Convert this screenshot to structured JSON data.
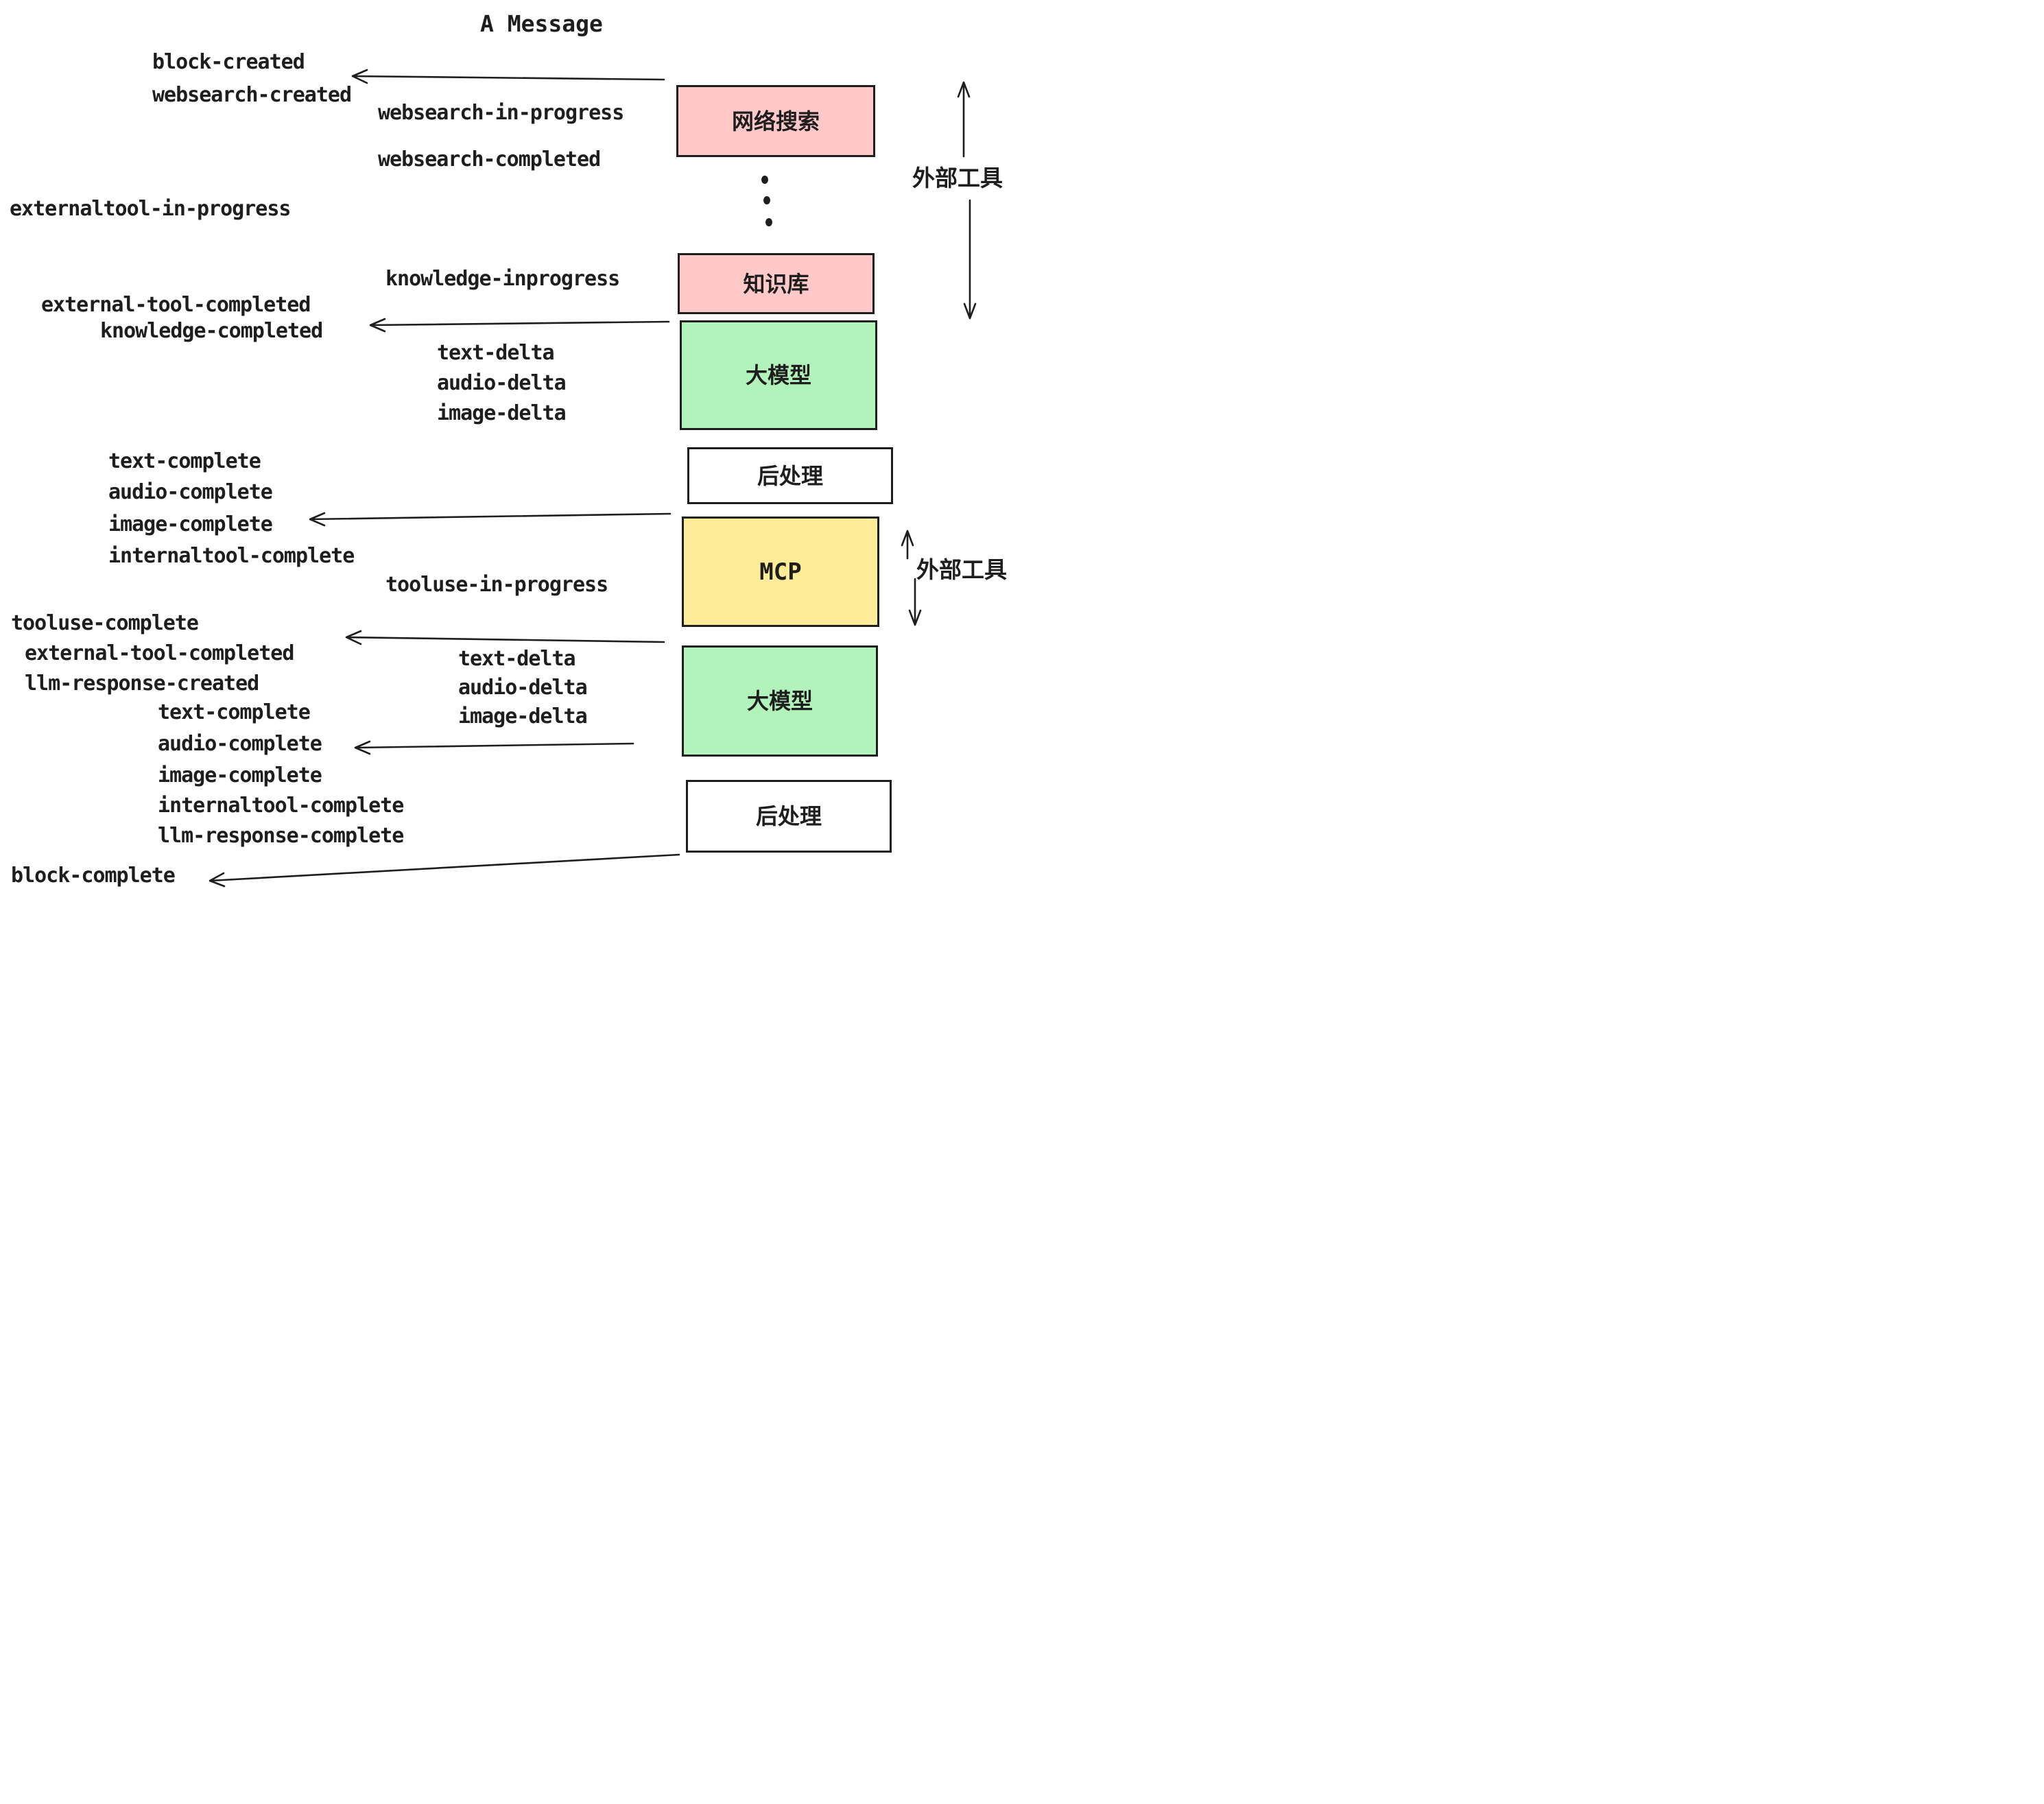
{
  "title": "A Message",
  "colors": {
    "stroke": "#1e1e1e",
    "external_tool_box": "#ffc9c9",
    "llm_box": "#b2f2bb",
    "mcp_box": "#ffec99",
    "post_process_box": "#ffffff",
    "background": "#ffffff"
  },
  "boxes": [
    {
      "id": "websearch",
      "label": "网络搜索",
      "color": "#ffc9c9"
    },
    {
      "id": "knowledge",
      "label": "知识库",
      "color": "#ffc9c9"
    },
    {
      "id": "llm-1",
      "label": "大模型",
      "color": "#b2f2bb"
    },
    {
      "id": "post-1",
      "label": "后处理",
      "color": "#ffffff"
    },
    {
      "id": "mcp",
      "label": "MCP",
      "color": "#ffec99"
    },
    {
      "id": "llm-2",
      "label": "大模型",
      "color": "#b2f2bb"
    },
    {
      "id": "post-2",
      "label": "后处理",
      "color": "#ffffff"
    }
  ],
  "events": {
    "block_created": "block-created",
    "websearch_created": "websearch-created",
    "websearch_in_progress": "websearch-in-progress",
    "websearch_completed": "websearch-completed",
    "externaltool_in_progress": "externaltool-in-progress",
    "knowledge_inprogress": "knowledge-inprogress",
    "external_tool_completed": "external-tool-completed",
    "knowledge_completed": "knowledge-completed",
    "text_delta_1": "text-delta",
    "audio_delta_1": "audio-delta",
    "image_delta_1": "image-delta",
    "text_complete_1": "text-complete",
    "audio_complete_1": "audio-complete",
    "image_complete_1": "image-complete",
    "internaltool_complete_1": "internaltool-complete",
    "tooluse_in_progress": "tooluse-in-progress",
    "tooluse_complete": "tooluse-complete",
    "external_tool_completed_2": "external-tool-completed",
    "llm_response_created": "llm-response-created",
    "text_complete_2": "text-complete",
    "audio_complete_2": "audio-complete",
    "text_delta_2": "text-delta",
    "audio_delta_2": "audio-delta",
    "image_delta_2": "image-delta",
    "image_complete_2": "image-complete",
    "internaltool_complete_2": "internaltool-complete",
    "llm_response_complete": "llm-response-complete",
    "block_complete": "block-complete"
  },
  "annotations": {
    "external_tools_top": "外部工具",
    "external_tools_mid": "外部工具"
  }
}
